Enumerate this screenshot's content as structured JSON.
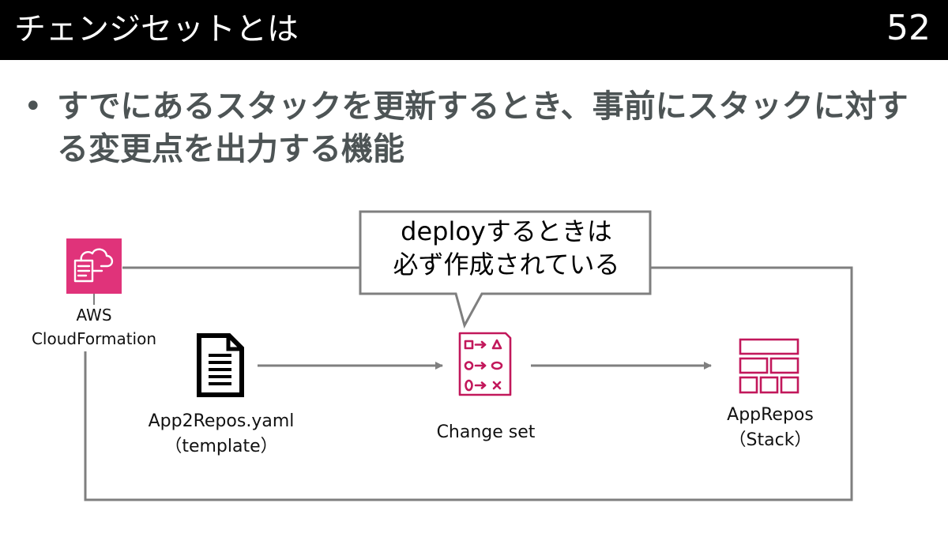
{
  "header": {
    "title": "チェンジセットとは",
    "page_number": "52"
  },
  "bullets": [
    {
      "marker": "•",
      "text": "すでにあるスタックを更新するとき、事前にスタックに対する変更点を出力する機能"
    }
  ],
  "diagram": {
    "cloudformation": {
      "label_line1": "AWS",
      "label_line2": "CloudFormation",
      "icon": "cloudformation-icon"
    },
    "template": {
      "label_line1": "App2Repos.yaml",
      "label_line2": "（template）",
      "icon": "document-icon"
    },
    "changeset": {
      "label": "Change set",
      "icon": "changeset-icon"
    },
    "stack": {
      "label_line1": "AppRepos",
      "label_line2": "（Stack）",
      "icon": "stack-icon"
    },
    "callout": {
      "line1": "deployするときは",
      "line2": "必ず作成されている"
    }
  },
  "colors": {
    "header_bg": "#000000",
    "accent_pink": "#e0337a",
    "bullet_text": "#4d5455",
    "frame_line": "#7f7f7f"
  }
}
